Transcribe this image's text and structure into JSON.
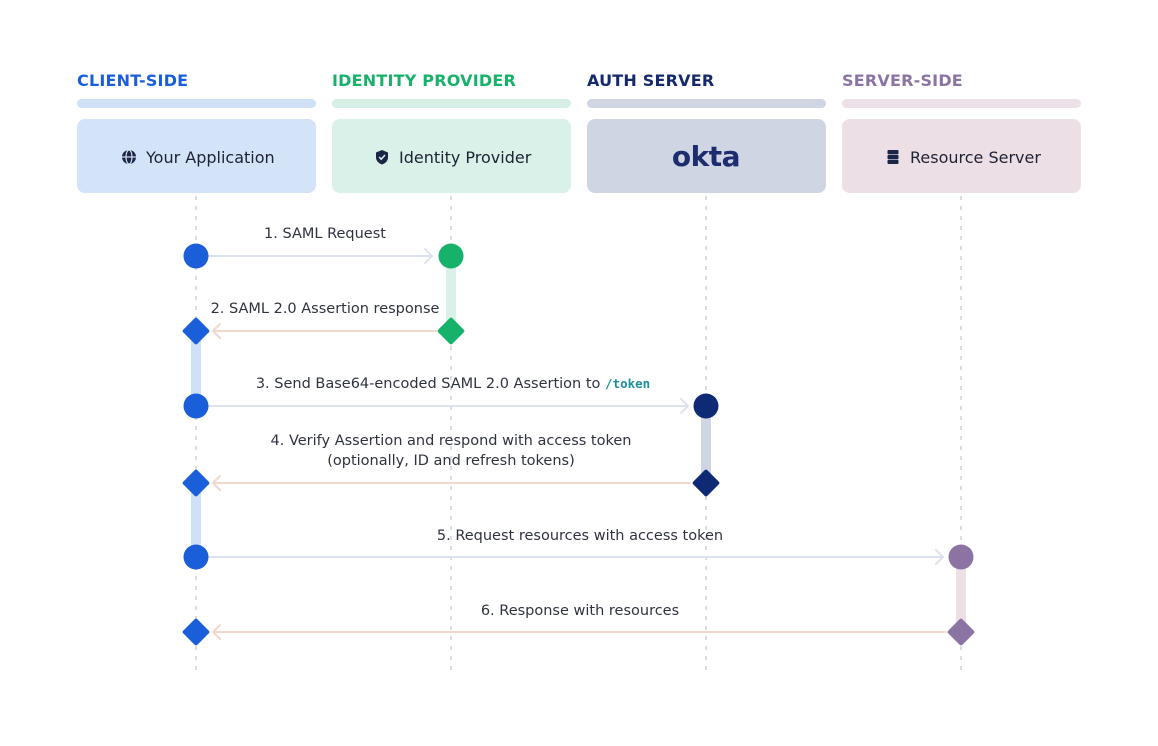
{
  "lanes": [
    {
      "title": "CLIENT-SIDE",
      "box_label": "Your Application",
      "icon": "globe-icon",
      "title_color": "#1a5fd9",
      "bar_color": "#cfe0f7",
      "box_color": "#d3e3f8"
    },
    {
      "title": "IDENTITY PROVIDER",
      "box_label": "Identity Provider",
      "icon": "shield-icon",
      "title_color": "#17b26a",
      "bar_color": "#d5efe4",
      "box_color": "#d9f1e8"
    },
    {
      "title": "AUTH SERVER",
      "box_label": "okta",
      "icon": "okta-logo",
      "title_color": "#152a6b",
      "bar_color": "#d0d5e3",
      "box_color": "#cfd5e3"
    },
    {
      "title": "SERVER-SIDE",
      "box_label": "Resource Server",
      "icon": "server-icon",
      "title_color": "#8b74a3",
      "bar_color": "#eee0e8",
      "box_color": "#eddfe6"
    }
  ],
  "messages": [
    {
      "label": "1. SAML Request",
      "code": ""
    },
    {
      "label": "2. SAML 2.0 Assertion response",
      "code": ""
    },
    {
      "label": "3. Send Base64-encoded SAML 2.0 Assertion to ",
      "code": "/token"
    },
    {
      "label": "4. Verify Assertion and respond with access token",
      "label_line2": "(optionally, ID and refresh tokens)",
      "code": ""
    },
    {
      "label": "5. Request resources with access token",
      "code": ""
    },
    {
      "label": "6. Response with resources",
      "code": ""
    }
  ],
  "colors": {
    "client_dot": "#1a5fd9",
    "idp_dot": "#17b26a",
    "auth_dot": "#0f2a75",
    "server_dot": "#8b74a3",
    "request_arrow": "#dde3ee",
    "response_arrow": "#f4d7cc"
  }
}
